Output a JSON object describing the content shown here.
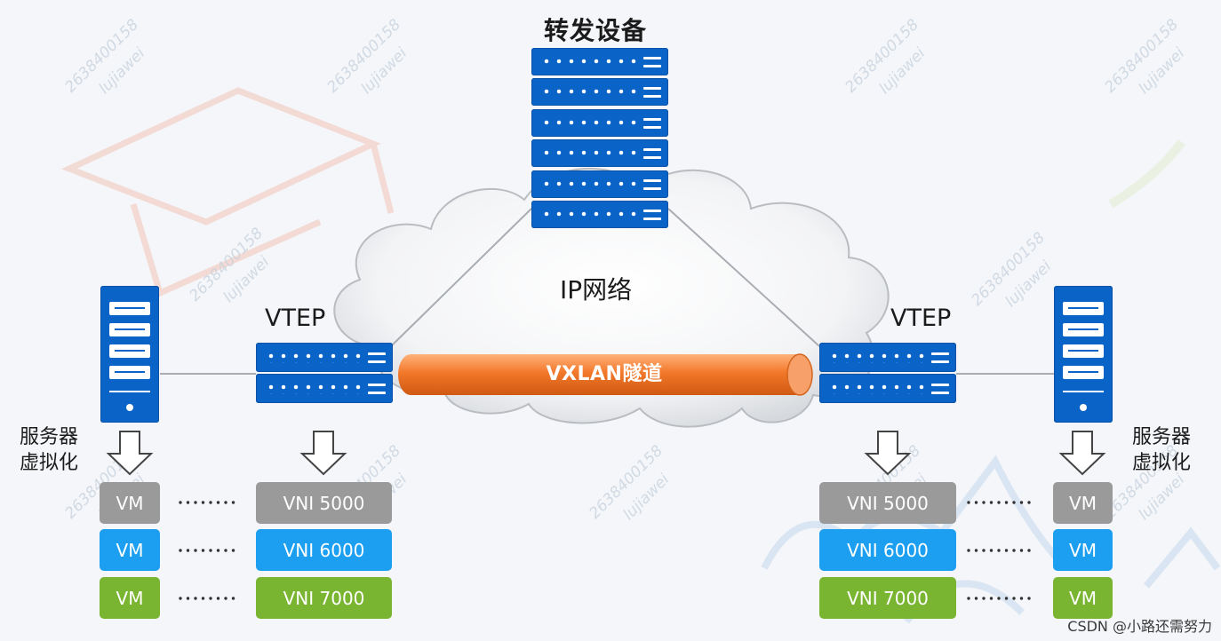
{
  "colors": {
    "device_blue": "#0a63c6",
    "tunnel_orange": "#f2782a",
    "vm_gray": "#9a9a9a",
    "vm_blue": "#1c9ff0",
    "vm_green": "#79b531"
  },
  "top_device": {
    "title": "转发设备",
    "icon": "switch-stack-icon"
  },
  "network": {
    "label": "IP网络",
    "icon": "cloud-icon"
  },
  "tunnel": {
    "label": "VXLAN隧道"
  },
  "left": {
    "vtep_label": "VTEP",
    "server_label_line1": "服务器",
    "server_label_line2": "虚拟化",
    "vms": [
      "VM",
      "VM",
      "VM"
    ],
    "vnis": [
      "VNI 5000",
      "VNI 6000",
      "VNI 7000"
    ],
    "dots": "·········"
  },
  "right": {
    "vtep_label": "VTEP",
    "server_label_line1": "服务器",
    "server_label_line2": "虚拟化",
    "vms": [
      "VM",
      "VM",
      "VM"
    ],
    "vnis": [
      "VNI 5000",
      "VNI 6000",
      "VNI 7000"
    ],
    "dots": "·········"
  },
  "watermark_faint": {
    "line1": "2638400158",
    "line2": "lujiawei"
  },
  "footer_watermark": "CSDN @小路还需努力"
}
